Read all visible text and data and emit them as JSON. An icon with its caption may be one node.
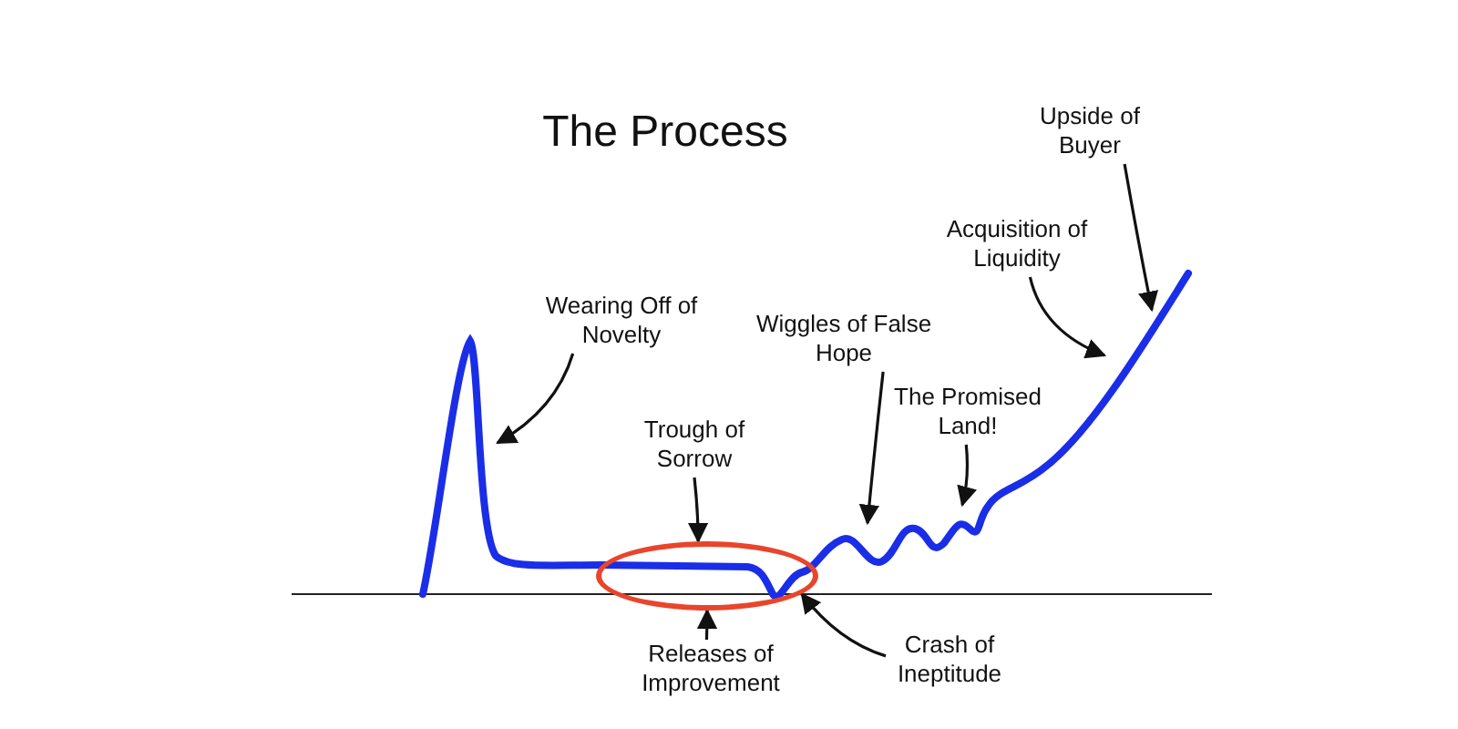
{
  "diagram": {
    "title": "The Process",
    "nodes": [
      {
        "text": [
          "Wearing Off of Novelty"
        ]
      },
      {
        "text": [
          "Trough of Sorrow"
        ]
      },
      {
        "text": [
          "Wiggles of False Hope"
        ]
      },
      {
        "text": [
          "The Promised Land!"
        ]
      },
      {
        "text": [
          "Acquisition of Liquidity"
        ]
      },
      {
        "text": [
          "Upside of Buyer"
        ]
      },
      {
        "text": [
          "Releases of Improvement"
        ]
      },
      {
        "text": [
          "Crash of Ineptitude"
        ]
      },
      {
        "text": [],
        "shape": "ellipse"
      }
    ],
    "edges": [
      {
        "from": 0,
        "to": null,
        "arrow": "to"
      },
      {
        "from": 1,
        "to": 8,
        "arrow": "to"
      },
      {
        "from": 2,
        "to": null,
        "arrow": "to"
      },
      {
        "from": 3,
        "to": null,
        "arrow": "to"
      },
      {
        "from": 4,
        "to": null,
        "arrow": "to"
      },
      {
        "from": 5,
        "to": null,
        "arrow": "to"
      },
      {
        "from": 6,
        "to": 8,
        "arrow": "to"
      },
      {
        "from": 7,
        "to": 8,
        "arrow": "to"
      }
    ]
  }
}
